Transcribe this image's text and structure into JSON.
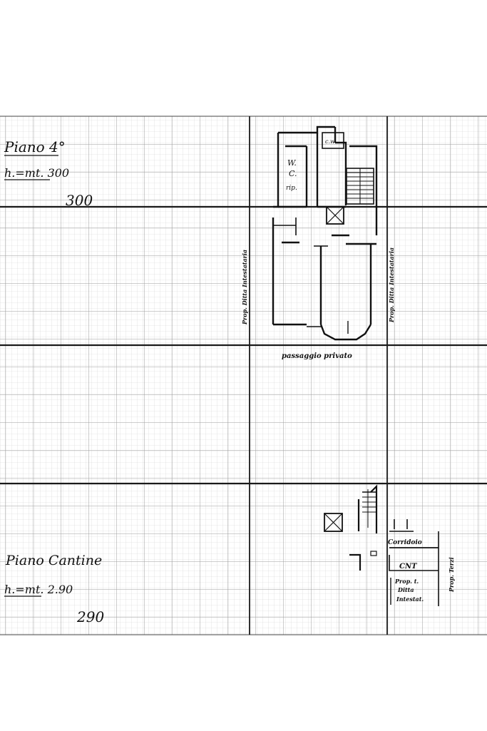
{
  "floor4": {
    "title": "Piano 4°",
    "height_label": "h.=mt. 300",
    "height_handwritten": "300",
    "rooms": {
      "wc_w": "W.",
      "wc_c": "C.",
      "rip": "rip.",
      "cw": "c.w."
    },
    "boundary_left": "Prop. Ditta Intestataria",
    "boundary_right": "Prop. Ditta Intestataria",
    "passage": "passaggio privato"
  },
  "cellars": {
    "title": "Piano Cantine",
    "height_label": "h.=mt. 2.90",
    "height_handwritten": "290",
    "corridor": "Corridoio",
    "cnt": "CNT",
    "owner_lines": [
      "Prop. t.",
      "Ditta",
      "Intestat."
    ],
    "third_party": "Prop. Terzi"
  },
  "colors": {
    "ink": "#111111",
    "grid_minor": "#d3d3d3",
    "grid_major": "#9a9a9a",
    "grid_heavy": "#1a1a1a"
  }
}
